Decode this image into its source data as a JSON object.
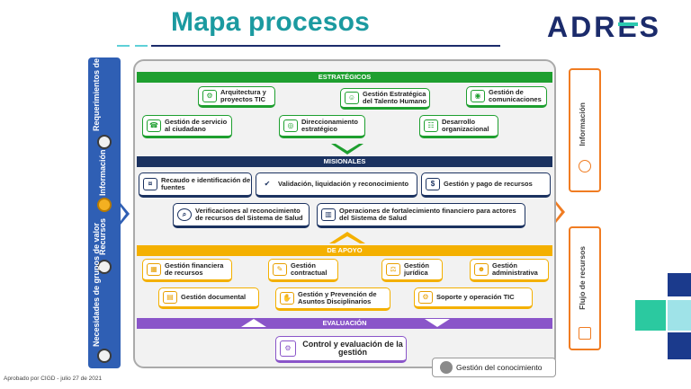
{
  "header": {
    "title": "Mapa procesos",
    "logo_text": "ADRES"
  },
  "left_panel": {
    "labels": [
      "Requerimientos de grupos de interés",
      "Información",
      "Recursos",
      "Necesidades de grupos de valor"
    ]
  },
  "bands": {
    "estrategicos": "ESTRATÉGICOS",
    "misionales": "MISIONALES",
    "apoyo": "DE APOYO",
    "evaluacion": "EVALUACIÓN"
  },
  "estrategicos": {
    "arquitectura": "Arquitectura y proyectos TIC",
    "talento": "Gestión Estratégica del Talento Humano",
    "comunicaciones": "Gestión de comunicaciones",
    "servicio": "Gestión de servicio al ciudadano",
    "direccionamiento": "Direccionamiento estratégico",
    "desarrollo": "Desarrollo organizacional"
  },
  "misionales": {
    "recaudo": "Recaudo e identificación de fuentes",
    "validacion": "Validación, liquidación y reconocimiento",
    "pago": "Gestión y pago de recursos",
    "verificaciones": "Verificaciones al reconocimiento de recursos del Sistema de Salud",
    "operaciones": "Operaciones de fortalecimiento financiero para actores del Sistema de Salud"
  },
  "apoyo": {
    "financiera": "Gestión financiera de recursos",
    "contractual": "Gestión contractual",
    "juridica": "Gestión jurídica",
    "administrativa": "Gestión administrativa",
    "documental": "Gestión documental",
    "disciplinarios": "Gestión y Prevención de Asuntos Disciplinarios",
    "soporte": "Soporte y operación TIC"
  },
  "evaluacion": {
    "control": "Control y evaluación de la gestión"
  },
  "right_panel": {
    "informacion": "Información",
    "flujo": "Flujo de recursos"
  },
  "conocimiento": "Gestión del conocimiento",
  "footer": "Aprobado por CIGD - julio 27 de 2021",
  "colors": {
    "estrategicos": "#1e9f2f",
    "misionales": "#1b3260",
    "apoyo": "#f4b000",
    "evaluacion": "#8a55c9",
    "title": "#1b9aa0",
    "left_panel": "#2f5fb4",
    "right_panel": "#f07c22"
  }
}
